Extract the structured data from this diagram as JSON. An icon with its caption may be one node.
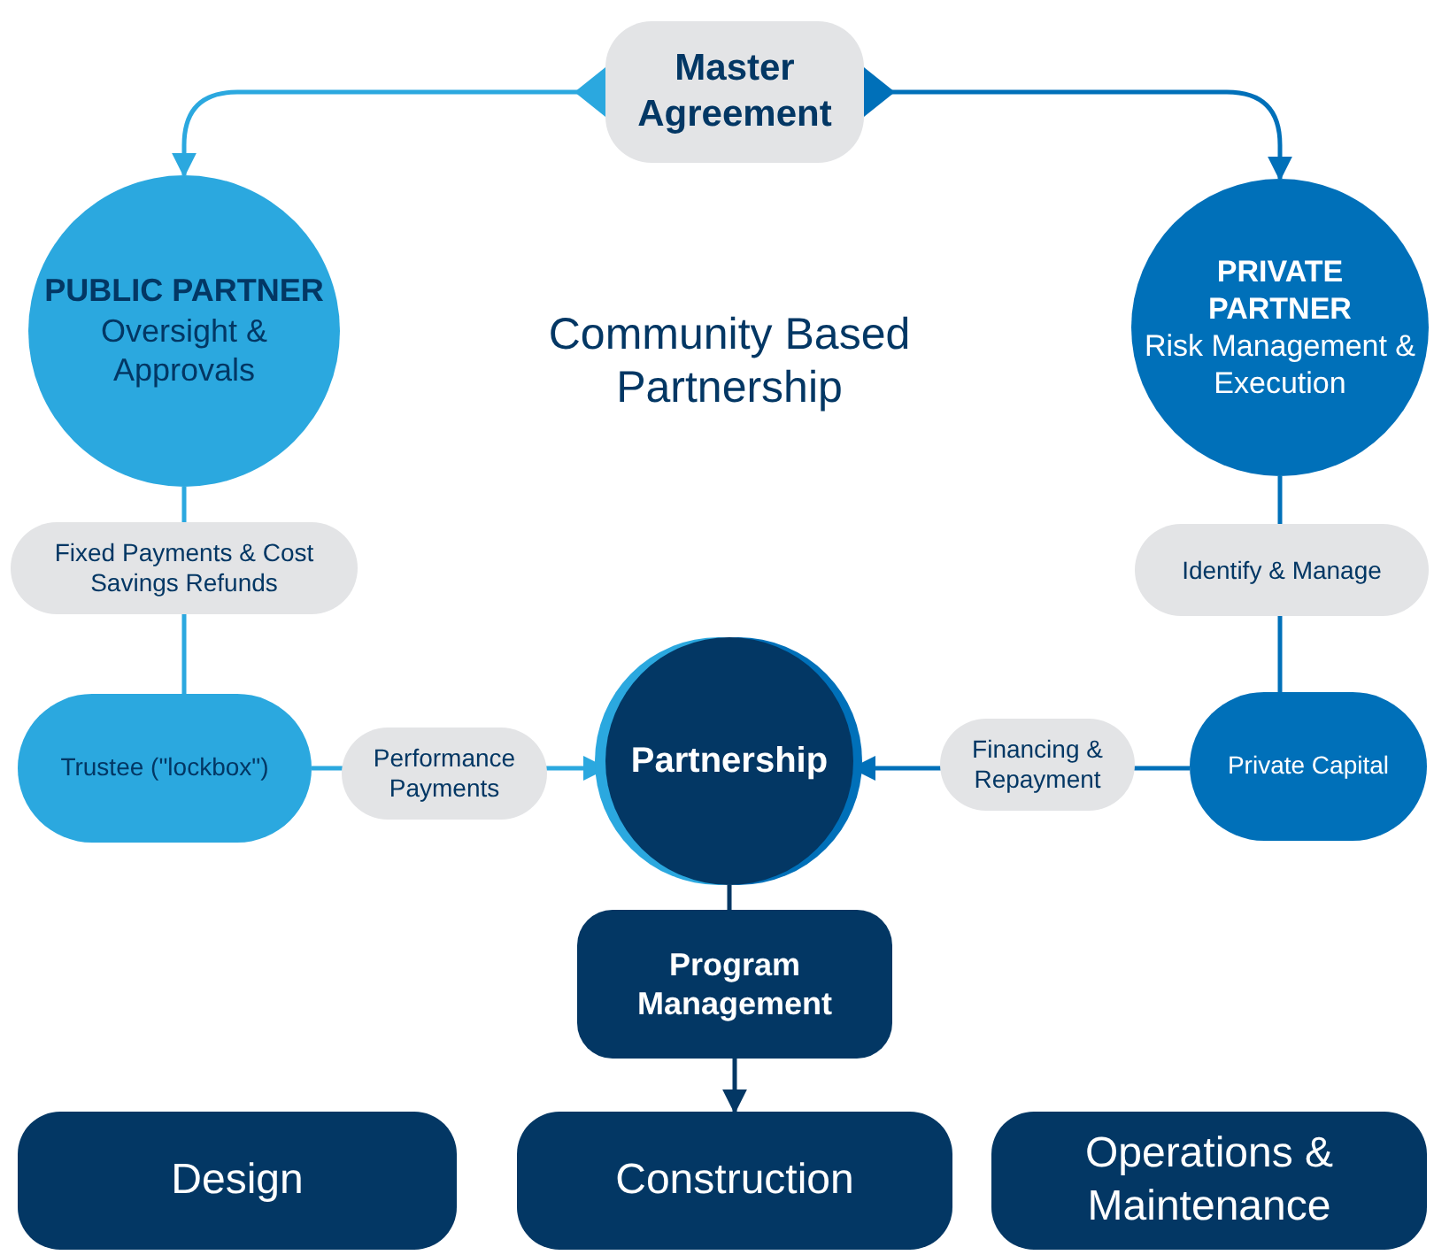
{
  "diagram": {
    "title": "Community Based Partnership",
    "nodes": [
      {
        "text": [
          "Master Agreement"
        ]
      },
      {
        "text": [
          "PUBLIC PARTNER",
          "Oversight & Approvals"
        ]
      },
      {
        "text": [
          "PRIVATE PARTNER",
          "Risk Management & Execution"
        ]
      },
      {
        "text": [
          "Trustee (\"lockbox\")"
        ]
      },
      {
        "text": [
          "Partnership"
        ]
      },
      {
        "text": [
          "Private Capital"
        ]
      },
      {
        "text": [
          "Program Management"
        ]
      },
      {
        "text": [
          "Design"
        ]
      },
      {
        "text": [
          "Construction"
        ]
      },
      {
        "text": [
          "Operations & Maintenance"
        ]
      }
    ],
    "edges": [
      {
        "from": 0,
        "to": 1,
        "arrow": "to",
        "color": "#2ba8df"
      },
      {
        "from": 0,
        "to": 2,
        "arrow": "to",
        "color": "#0070b9"
      },
      {
        "from": 1,
        "to": 3,
        "arrow": "none",
        "label": "Fixed Payments & Cost Savings Refunds",
        "color": "#2ba8df"
      },
      {
        "from": 3,
        "to": 4,
        "arrow": "to",
        "label": "Performance Payments",
        "color": "#2ba8df"
      },
      {
        "from": 2,
        "to": 5,
        "arrow": "none",
        "label": "Identify & Manage",
        "color": "#0070b9"
      },
      {
        "from": 5,
        "to": 4,
        "arrow": "to",
        "label": "Financing & Repayment",
        "color": "#0070b9"
      },
      {
        "from": 4,
        "to": 6,
        "arrow": "none",
        "color": "#033764"
      },
      {
        "from": 6,
        "to": 8,
        "arrow": "to",
        "color": "#033764"
      }
    ]
  }
}
